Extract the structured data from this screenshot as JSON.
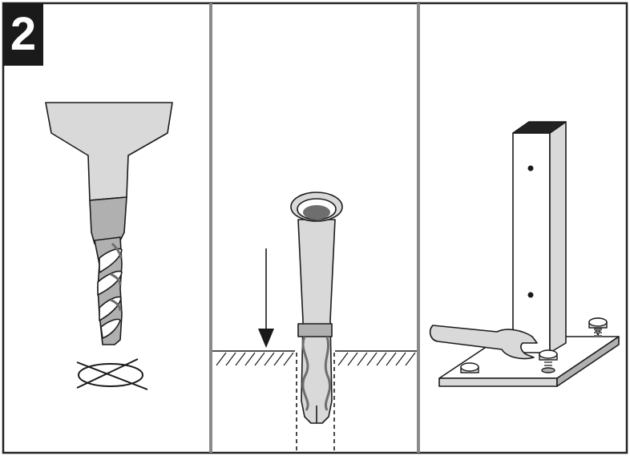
{
  "step": {
    "number": "2",
    "badge_bg": "#1a1a1a",
    "badge_fg": "#ffffff"
  },
  "colors": {
    "outline": "#1a1a1a",
    "panel_border": "#222222",
    "divider": "#8a8a8a",
    "fill_light": "#d9d9d9",
    "fill_mid": "#b0b0b0",
    "fill_dark": "#6e6e6e",
    "post_top": "#222222"
  },
  "panels": [
    {
      "id": "panel-drill",
      "icon": "hammer-drill-bit-icon",
      "marker": "crossed-out-hole-icon"
    },
    {
      "id": "panel-dowel",
      "icon": "wall-plug-dowel-icon",
      "marker": "insert-arrow-down-icon"
    },
    {
      "id": "panel-post",
      "icon": "post-base-plate-icon",
      "marker": "wrench-icon"
    }
  ]
}
